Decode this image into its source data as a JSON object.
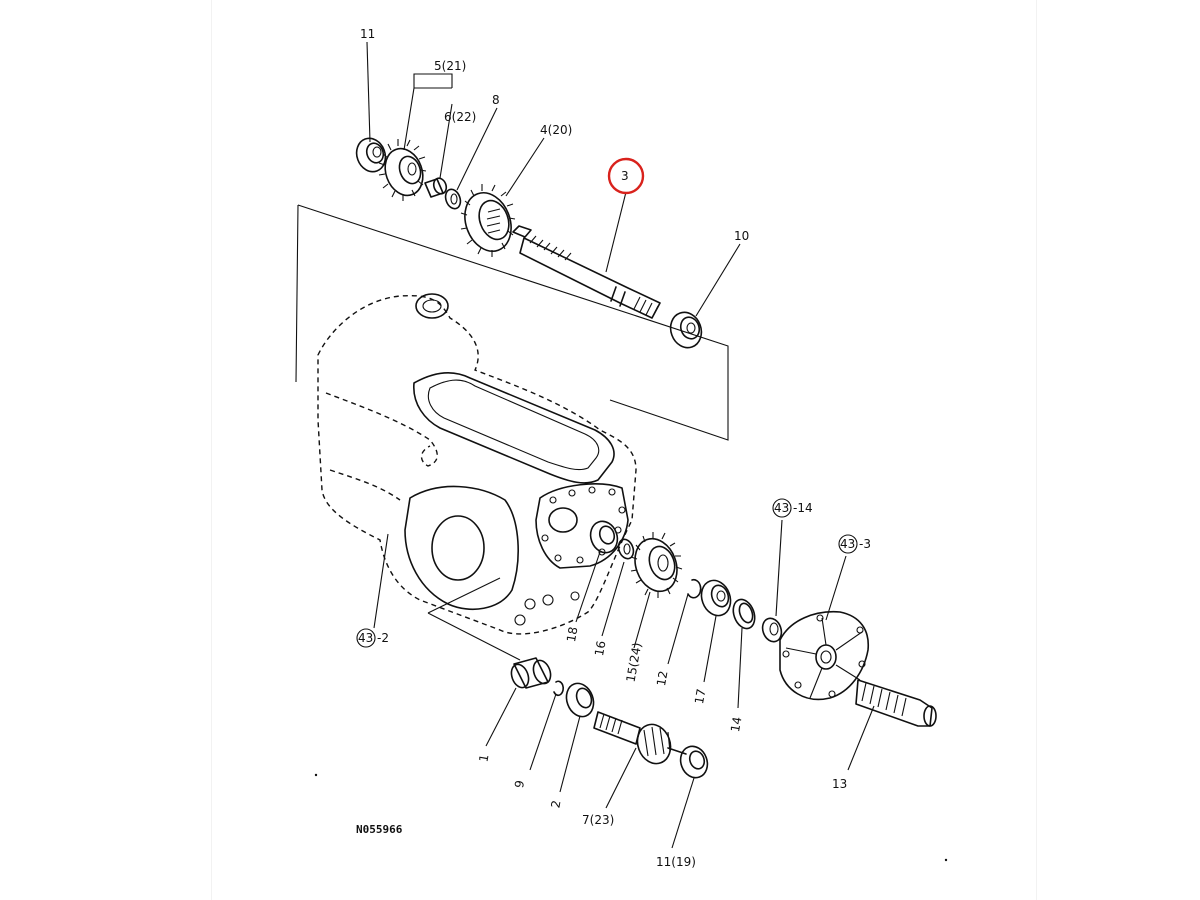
{
  "labels": {
    "p11_top": "11",
    "p5": "5(21)",
    "p6": "6(22)",
    "p8": "8",
    "p4": "4(20)",
    "p3": "3",
    "p10": "10",
    "p43_14": "43",
    "p43_14_suffix": "-14",
    "p43_3": "43",
    "p43_3_suffix": "-3",
    "p43_2": "43",
    "p43_2_suffix": "-2",
    "p18": "18",
    "p16": "16",
    "p15": "15(24)",
    "p12": "12",
    "p17": "17",
    "p14": "14",
    "p13": "13",
    "p1": "1",
    "p9": "9",
    "p2": "2",
    "p7": "7(23)",
    "p11_bottom": "11(19)"
  },
  "drawing_code": "N055966",
  "highlight": {
    "part": "3",
    "color": "#d9221c"
  }
}
